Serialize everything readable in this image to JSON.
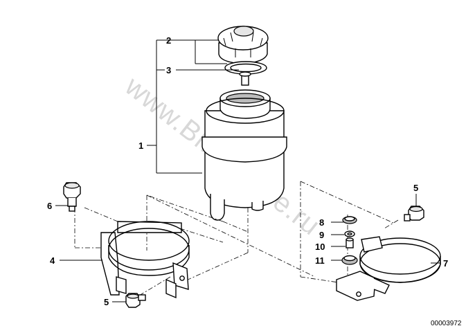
{
  "diagram": {
    "watermark": "www.BMWstore.ru",
    "doc_number": "00003972",
    "callouts": {
      "c1": "1",
      "c2": "2",
      "c3": "3",
      "c4": "4",
      "c5a": "5",
      "c5b": "5",
      "c6": "6",
      "c7": "7",
      "c8": "8",
      "c9": "9",
      "c10": "10",
      "c11": "11"
    }
  }
}
